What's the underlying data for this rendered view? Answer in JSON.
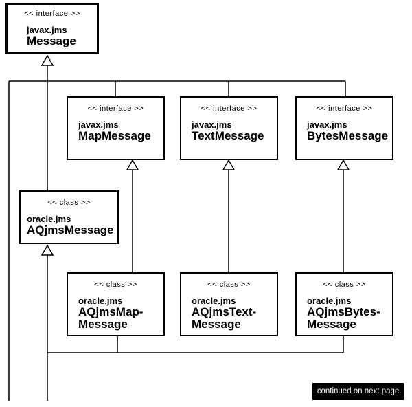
{
  "boxes": {
    "message": {
      "stereotype": "<< interface >>",
      "package": "javax.jms",
      "name": "Message"
    },
    "map_message": {
      "stereotype": "<< interface >>",
      "package": "javax.jms",
      "name": "MapMessage"
    },
    "text_message": {
      "stereotype": "<< interface >>",
      "package": "javax.jms",
      "name": "TextMessage"
    },
    "bytes_message": {
      "stereotype": "<< interface >>",
      "package": "javax.jms",
      "name": "BytesMessage"
    },
    "aqjms_message": {
      "stereotype": "<< class >>",
      "package": "oracle.jms",
      "name": "AQjmsMessage"
    },
    "aqjms_map_message": {
      "stereotype": "<< class >>",
      "package": "oracle.jms",
      "name_line1": "AQjmsMap-",
      "name_line2": "Message"
    },
    "aqjms_text_message": {
      "stereotype": "<< class >>",
      "package": "oracle.jms",
      "name_line1": "AQjmsText-",
      "name_line2": "Message"
    },
    "aqjms_bytes_message": {
      "stereotype": "<< class >>",
      "package": "oracle.jms",
      "name_line1": "AQjmsBytes-",
      "name_line2": "Message"
    }
  },
  "relationships": [
    {
      "from": "oracle.jms.AQjmsMessage",
      "to": "javax.jms.Message",
      "type": "generalization"
    },
    {
      "from": "javax.jms.MapMessage",
      "to": "javax.jms.Message",
      "type": "generalization"
    },
    {
      "from": "javax.jms.TextMessage",
      "to": "javax.jms.Message",
      "type": "generalization"
    },
    {
      "from": "javax.jms.BytesMessage",
      "to": "javax.jms.Message",
      "type": "generalization"
    },
    {
      "from": "oracle.jms.AQjmsMapMessage",
      "to": "javax.jms.MapMessage",
      "type": "generalization"
    },
    {
      "from": "oracle.jms.AQjmsTextMessage",
      "to": "javax.jms.TextMessage",
      "type": "generalization"
    },
    {
      "from": "oracle.jms.AQjmsBytesMessage",
      "to": "javax.jms.BytesMessage",
      "type": "generalization"
    },
    {
      "from": "oracle.jms.AQjmsMapMessage",
      "to": "oracle.jms.AQjmsMessage",
      "type": "generalization"
    },
    {
      "from": "oracle.jms.AQjmsBytesMessage",
      "to": "oracle.jms.AQjmsMessage",
      "type": "generalization"
    }
  ],
  "footer": {
    "note": "continued on next page"
  },
  "icons": {
    "generalization_arrowhead": "hollow-triangle-up"
  },
  "colors": {
    "line": "#000000",
    "background": "#ffffff",
    "note_bg": "#000000",
    "note_text": "#ffffff"
  }
}
